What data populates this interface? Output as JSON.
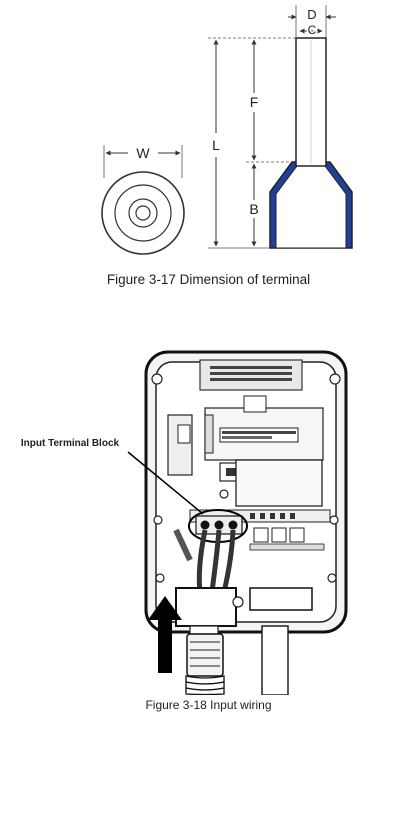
{
  "figure_3_17": {
    "labels": {
      "D": "D",
      "C": "C",
      "F": "F",
      "L": "L",
      "B": "B",
      "W": "W"
    },
    "caption": "Figure 3-17 Dimension of terminal"
  },
  "figure_3_18": {
    "callout_label": "Input Terminal Block",
    "caption": "Figure 3-18 Input wiring"
  }
}
